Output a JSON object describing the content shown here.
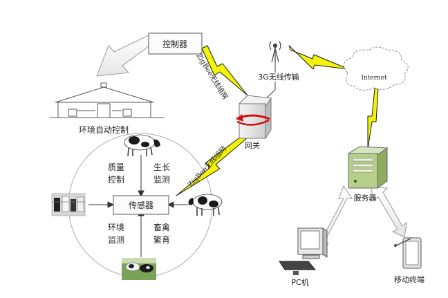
{
  "nodes": {
    "controller": "控制器",
    "barn_caption": "环境自动控制",
    "gateway": "网关",
    "sensor": "传感器",
    "quality_control": [
      "质量",
      "控制"
    ],
    "growth_monitor": [
      "生长",
      "监测"
    ],
    "env_monitor": [
      "环境",
      "监测"
    ],
    "breeding": [
      "畜禽",
      "繁育"
    ],
    "three_g": "3G无线传输",
    "internet": "Internet",
    "server": "服务器",
    "pc": "PC机",
    "mobile": "移动终端"
  },
  "links": {
    "zigbee_upper": "ZigBee无线组网",
    "zigbee_lower": "ZigBee无线组网"
  },
  "colors": {
    "bolt": "#f2f20a",
    "arrow_fill": "#ffffff",
    "arrow_stroke": "#999999",
    "box_border": "#555555",
    "server_green": "#b6cf8a",
    "cloud_stroke": "#888888",
    "circle": "#aaaaaa",
    "gateway_red": "#d01010"
  },
  "icons": [
    "antenna-icon",
    "cloud-icon",
    "server-icon",
    "pc-icon",
    "mobile-device-icon",
    "barn-icon",
    "cow-icon",
    "gateway-icon"
  ]
}
